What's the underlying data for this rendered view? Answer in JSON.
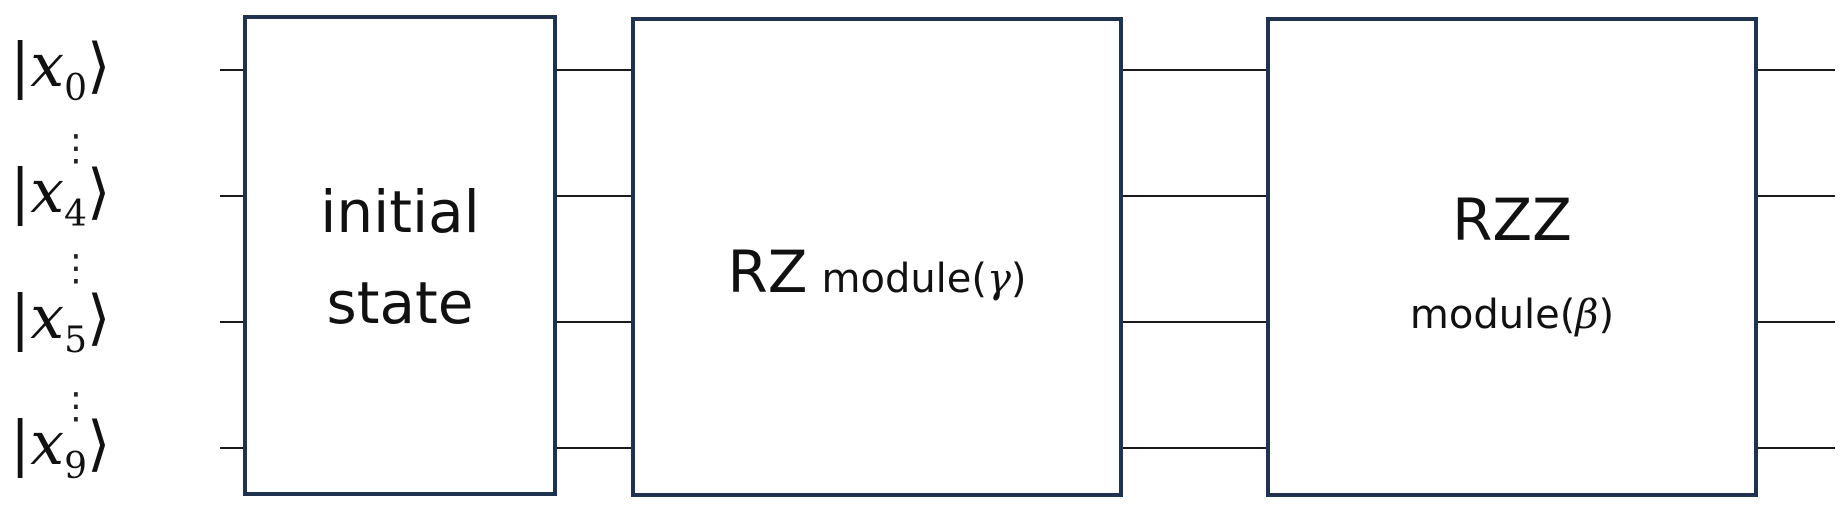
{
  "qubits": [
    {
      "bar": "|",
      "var": "x",
      "sub": "0",
      "close": "⟩"
    },
    {
      "bar": "|",
      "var": "x",
      "sub": "4",
      "close": "⟩"
    },
    {
      "bar": "|",
      "var": "x",
      "sub": "5",
      "close": "⟩"
    },
    {
      "bar": "|",
      "var": "x",
      "sub": "9",
      "close": "⟩"
    }
  ],
  "ellipsis": "⋮",
  "blocks": {
    "initial": {
      "line1": "initial",
      "line2": "state"
    },
    "rz": {
      "main": "RZ",
      "suffix": "module(",
      "param": "γ",
      "close": ")"
    },
    "rzz": {
      "main": "RZZ",
      "suffix": "module(",
      "param": "β",
      "close": ")"
    }
  },
  "colors": {
    "box_border": "#1f3350",
    "wire": "#1a1a1a",
    "text": "#111111"
  }
}
